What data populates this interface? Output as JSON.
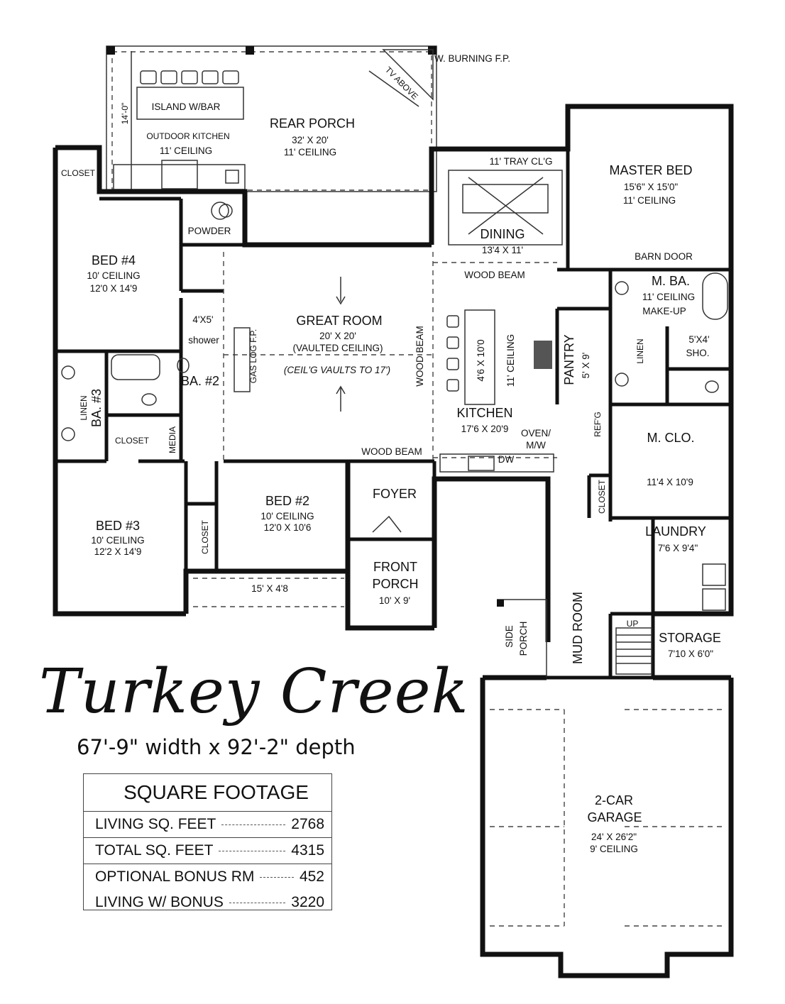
{
  "plan_name": "Turkey Creek",
  "overall_dimensions": "67'-9\" width x 92'-2\" depth",
  "square_footage": {
    "title": "SQUARE FOOTAGE",
    "rows": [
      {
        "label": "LIVING SQ. FEET",
        "value": "2768"
      },
      {
        "label": "TOTAL SQ. FEET",
        "value": "4315"
      },
      {
        "label": "OPTIONAL BONUS RM",
        "value": "452"
      },
      {
        "label": "LIVING W/ BONUS",
        "value": "3220"
      }
    ]
  },
  "rooms": {
    "rear_porch": {
      "name": "REAR PORCH",
      "size": "32' X 20'",
      "ceiling": "11' CEILING"
    },
    "outdoor_kitchen": {
      "name": "OUTDOOR KITCHEN",
      "ceiling": "11' CEILING"
    },
    "island_bar": "ISLAND W/BAR",
    "porch_dim": "14'-0\"",
    "fireplace_wood": "W. BURNING F.P.",
    "tv_above": "TV ABOVE",
    "closet_nw": "CLOSET",
    "powder": "POWDER",
    "bed4": {
      "name": "BED #4",
      "ceiling": "10' CEILING",
      "size": "12'0 X 14'9"
    },
    "great_room": {
      "name": "GREAT ROOM",
      "size": "20' X 20'",
      "ceiling": "(VAULTED CEILING)",
      "note": "(CEIL'G VAULTS TO 17')"
    },
    "gas_log": "GAS LOG F.P.",
    "shower": {
      "size": "4'X5'",
      "name": "shower"
    },
    "ba2": "BA. #2",
    "ba3": "BA. #3",
    "linen_left": "LINEN",
    "closet_ba3": "CLOSET",
    "media": "MEDIA",
    "bed3": {
      "name": "BED #3",
      "ceiling": "10' CEILING",
      "size": "12'2 X 14'9"
    },
    "bed2": {
      "name": "BED #2",
      "ceiling": "10' CEILING",
      "size": "12'0 X 10'6"
    },
    "closet_bed2": "CLOSET",
    "front_walk": "15' X 4'8",
    "foyer": "FOYER",
    "front_porch": {
      "name": "FRONT",
      "name2": "PORCH",
      "size": "10' X 9'"
    },
    "wood_beam_1": "WOOD BEAM",
    "wood_beam_2": "WOOD BEAM",
    "wood_beam_3": "WOOD BEAM",
    "dining": {
      "tray": "11' TRAY CL'G",
      "name": "DINING",
      "size": "13'4 X 11'"
    },
    "kitchen": {
      "name": "KITCHEN",
      "size": "17'6 X 20'9",
      "island": "4'6 X 10'0",
      "ceiling": "11' CEILING"
    },
    "oven": {
      "l1": "OVEN/",
      "l2": "M/W"
    },
    "dw": "DW",
    "pantry": {
      "name": "PANTRY",
      "size": "5' X 9'"
    },
    "refg": "REF'G",
    "master_bed": {
      "name": "MASTER BED",
      "size": "15'6\" X 15'0\"",
      "ceiling": "11' CEILING"
    },
    "barn_door": "BARN DOOR",
    "master_bath": {
      "name": "M. BA.",
      "ceiling": "11' CEILING",
      "makeup": "MAKE-UP"
    },
    "linen_master": "LINEN",
    "master_shower": {
      "l1": "5'X4'",
      "l2": "SHO."
    },
    "master_closet": {
      "name": "M. CLO.",
      "size": "11'4 X 10'9"
    },
    "closet_hall": "CLOSET",
    "laundry": {
      "name": "LAUNDRY",
      "size": "7'6 X 9'4\""
    },
    "up": "UP",
    "mud_room": "MUD ROOM",
    "side_porch": {
      "l1": "SIDE",
      "l2": "PORCH"
    },
    "storage": {
      "name": "STORAGE",
      "size": "7'10 X 6'0\""
    },
    "garage": {
      "l1": "2-CAR",
      "l2": "GARAGE",
      "size": "24' X 26'2\"",
      "ceiling": "9' CEILING"
    }
  }
}
